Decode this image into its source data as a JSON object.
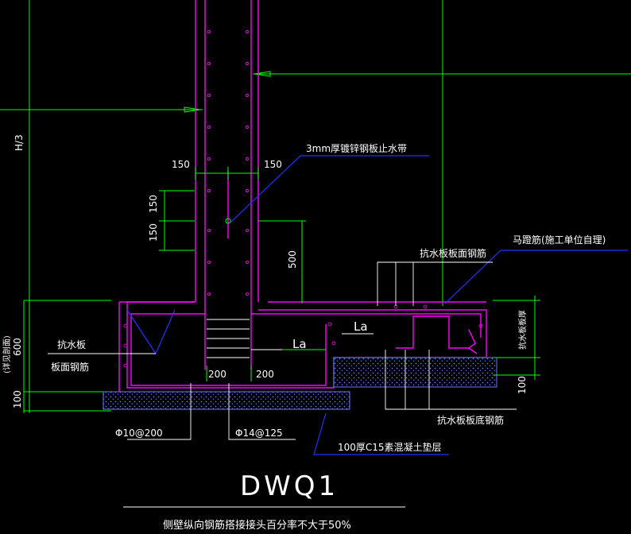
{
  "drawing": {
    "title": "DWQ1",
    "note": "侧壁纵向钢筋搭接接头百分率不大于50%"
  },
  "labels": {
    "waterstop": "3mm厚镀锌钢板止水带",
    "slab_top_rebar": "抗水板板面钢筋",
    "chair_bar": "马蹬筋(施工单位自理)",
    "left_slab_line1": "抗水板",
    "left_slab_line2": "板面钢筋",
    "slab_bottom_rebar": "抗水板板底钢筋",
    "stirrup_rebar": "Φ10@200",
    "main_rebar": "Φ14@125",
    "cushion": "100厚C15素混凝土垫层",
    "thickness_vertical": "抗水板板厚",
    "left_vertical": "(详见剖面)"
  },
  "dimensions": {
    "h3": "H/3",
    "d150_left": "150",
    "d150_right": "150",
    "d150_v1": "150",
    "d150_v2": "150",
    "d500": "500",
    "d600": "600",
    "d100_left": "100",
    "d100_right": "100",
    "d200_left": "200",
    "d200_right": "200",
    "la_upper": "La",
    "la_lower": "La"
  },
  "colors": {
    "background": "#000000",
    "wall_rebar": "#ff00ff",
    "grid": "#00ff00",
    "dim": "#00ff00",
    "leader": "#0000ff",
    "concrete": "#4455ff",
    "text": "#ffffff"
  }
}
